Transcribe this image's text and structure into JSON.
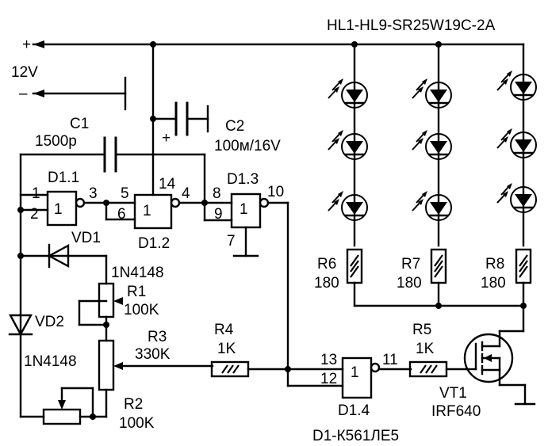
{
  "header": {
    "led_spec": "HL1-HL9-SR25W19C-2A"
  },
  "supply": {
    "plus": "+",
    "minus": "–",
    "voltage": "12V"
  },
  "capacitors": {
    "c1": {
      "ref": "C1",
      "value": "1500р"
    },
    "c2": {
      "ref": "C2",
      "value": "100м/16V",
      "polarity": "+"
    }
  },
  "gates": {
    "d1_1": {
      "ref": "D1.1",
      "symbol": "1",
      "pins": [
        "1",
        "2",
        "3"
      ]
    },
    "d1_2": {
      "ref": "D1.2",
      "symbol": "1",
      "pins": [
        "5",
        "6",
        "14",
        "4"
      ]
    },
    "d1_3": {
      "ref": "D1.3",
      "symbol": "1",
      "pins": [
        "8",
        "9",
        "7",
        "10"
      ]
    },
    "d1_4": {
      "ref": "D1.4",
      "symbol": "1",
      "pins": [
        "13",
        "12",
        "11"
      ]
    },
    "ic_ref": "D1-К561ЛЕ5"
  },
  "diodes": {
    "vd1": {
      "ref": "VD1",
      "type": "1N4148"
    },
    "vd2": {
      "ref": "VD2",
      "type": "1N4148"
    }
  },
  "resistors": {
    "r1": {
      "ref": "R1",
      "value": "100K"
    },
    "r2": {
      "ref": "R2",
      "value": "100K"
    },
    "r3": {
      "ref": "R3",
      "value": "330K"
    },
    "r4": {
      "ref": "R4",
      "value": "1K"
    },
    "r5": {
      "ref": "R5",
      "value": "1K"
    },
    "r6": {
      "ref": "R6",
      "value": "180"
    },
    "r7": {
      "ref": "R7",
      "value": "180"
    },
    "r8": {
      "ref": "R8",
      "value": "180"
    }
  },
  "transistor": {
    "ref": "VT1",
    "type": "IRF640"
  }
}
